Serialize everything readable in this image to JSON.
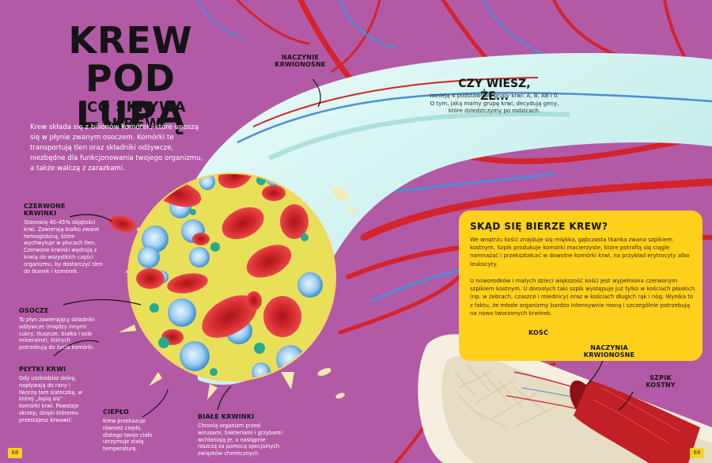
{
  "header": {
    "title_line1": "KREW",
    "title_line2": "POD LUPĄ",
    "subtitle": "CO SKRYWA KREW"
  },
  "intro": {
    "text": "Krew składa się z bilionów komórek, które unoszą się w płynie zwanym osoczem. Komórki te transportują tlen oraz składniki odżywcze, niezbędne dla funkcjonowania twojego organizmu, a także walczą z zarazkami."
  },
  "labels": {
    "vessels_top": {
      "line1": "NACZYNIE",
      "line2": "KRWIONOŚNE"
    },
    "red_cells": {
      "title_line1": "CZERWONE",
      "title_line2": "KRWINKI",
      "text": "Stanowią 40–45% objętości krwi. Zawierają białko zwane hemoglobiną, które wychwytuje w płucach tlen. Czerwone krwinki wędrują z krwią do wszystkich części organizmu, by dostarczyć tlen do tkanek i komórek."
    },
    "plasma": {
      "title": "OSOCZE",
      "text": "To płyn zawierający składniki odżywcze (między innymi cukry, tłuszcze, białka i sole mineralne), których potrzebują do życia komórki."
    },
    "platelets": {
      "title": "PŁYTKI KRWI",
      "text": "Gdy uszkodzisz skórę, napływają do rany i tworzą tam siateczkę, w której „łapią się” komórki krwi. Powstaje skrzep, dzięki któremu przestajesz krwawić."
    },
    "heat": {
      "title": "CIEPŁO",
      "text": "Krew przekazuje również ciepło, dlatego twoje ciało utrzymuje stałą temperaturę."
    },
    "white_cells": {
      "title": "BIAŁE KRWINKI",
      "text": "Chronią organizm przed wirusami, bakteriami i grzybami: wchłaniają je, a następnie niszczą za pomocą specjalnych związków chemicznych."
    },
    "bone": "KOŚĆ",
    "vessels_bone": {
      "line1": "NACZYNIA",
      "line2": "KRWIONOŚNE"
    },
    "marrow": {
      "line1": "SZPIK",
      "line2": "KOSTNY"
    }
  },
  "did_you_know": {
    "title": "CZY WIESZ, ŻE...",
    "text": "Istnieją 4 podstawowe grupy krwi: A, B, AB i 0. O tym, jaką mamy grupę krwi, decydują geny, które dziedziczymy po rodzicach."
  },
  "where_from": {
    "title": "SKĄD SIĘ BIERZE KREW?",
    "p1": "We wnętrzu kości znajduje się miękka, gąbczasta tkanka zwana szpikiem kostnym. Szpik produkuje komórki macierzyste, które potrafią się ciągle namnażać i przekształcać w dowolne komórki krwi, na przykład erytrocyty albo leukocyty.",
    "p2": "U noworodków i małych dzieci większość kości jest wypełniona czerwonym szpikiem kostnym. U dorosłych taki szpik występuje już tylko w kościach płaskich (np. w żebrach, czaszce i miednicy) oraz w kościach długich rąk i nóg. Wynika to z faktu, że młode organizmy bardzo intensywnie rosną i szczególnie potrzebują na nowo tworzonych krwinek."
  },
  "pages": {
    "left": "68",
    "right": "69"
  },
  "colors": {
    "background": "#b25aa6",
    "vessel_tube": "#d7f6f3",
    "red_cell": "#d42a2e",
    "white_cell": "#6fb6ea",
    "platelet": "#2aa88e",
    "plasma": "#e9e05a",
    "yellow_box": "#ffd11a"
  }
}
